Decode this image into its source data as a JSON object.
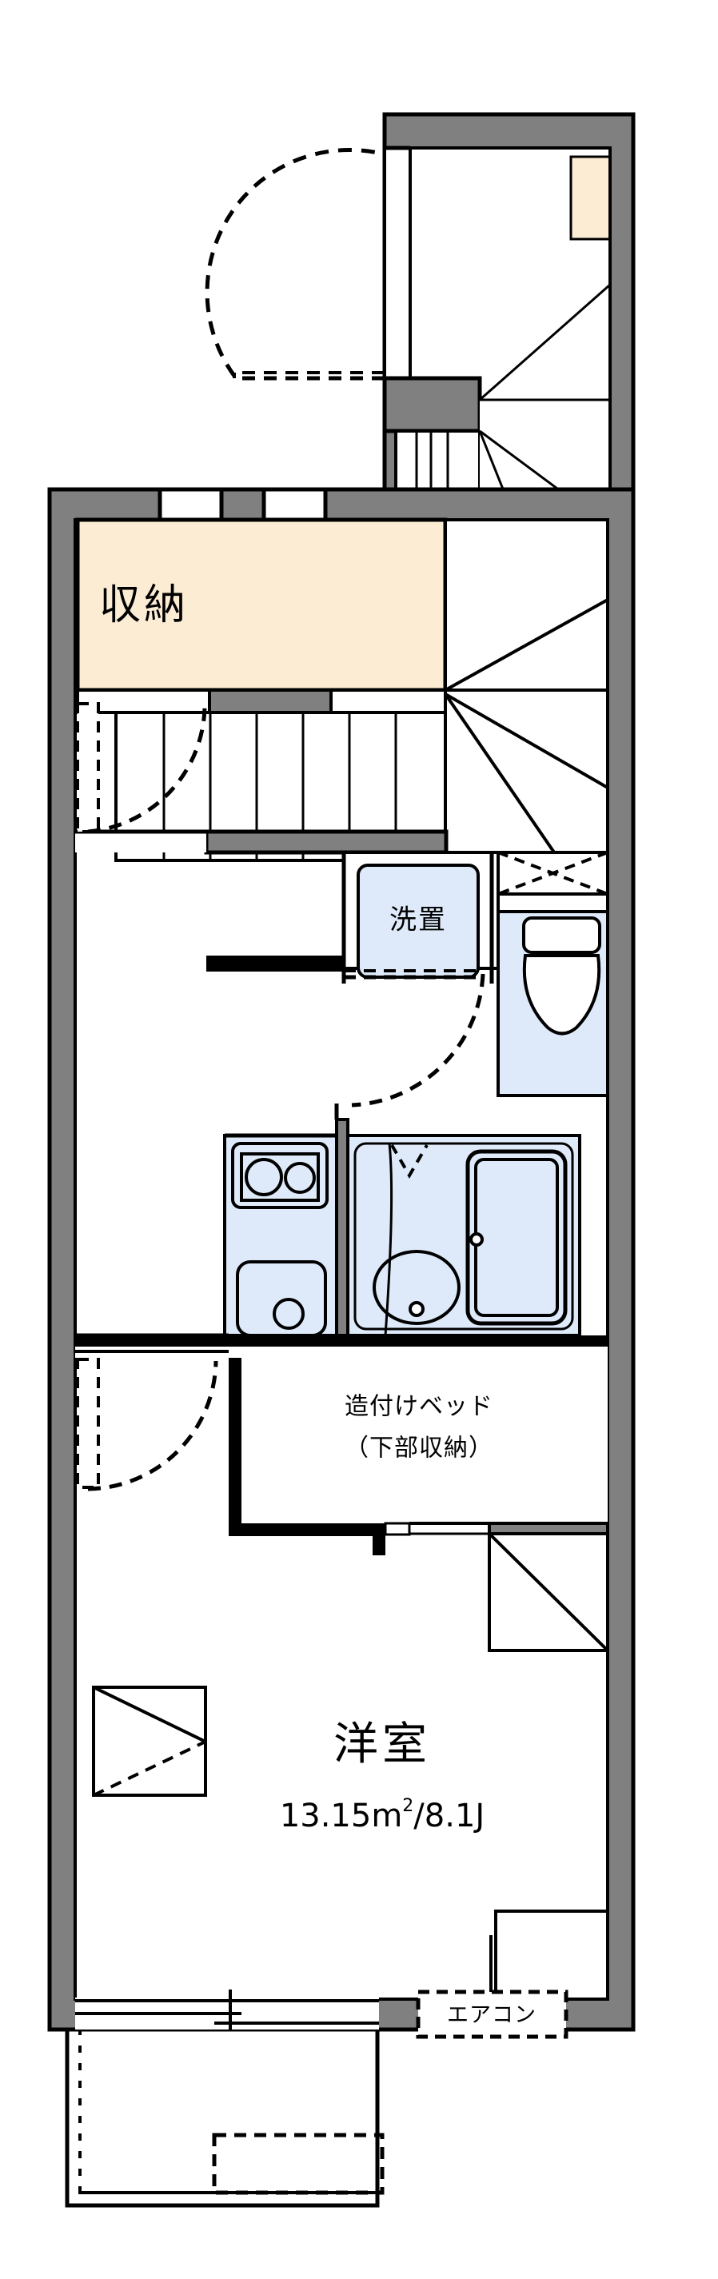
{
  "plan": {
    "type": "japanese-apartment-floorplan",
    "unit_layout": "1K",
    "colors": {
      "wall_fill": "#808080",
      "wall_stroke": "#000000",
      "storage_fill": "#fcecd4",
      "water_fill": "#deeafa",
      "background": "#ffffff",
      "line": "#000000"
    },
    "entry_plan": {
      "name": "entrance-plan",
      "features": [
        "entrance-door-with-swing-arc",
        "shoe-cabinet",
        "winder-staircase-down"
      ]
    },
    "main_plan": {
      "name": "main-floor-plan",
      "rooms": [
        {
          "id": "storage",
          "label": "収納",
          "fill": "#fcecd4"
        },
        {
          "id": "washer",
          "label": "洗置",
          "fill": "#deeafa"
        },
        {
          "id": "toilet",
          "label": "",
          "fill": "#deeafa"
        },
        {
          "id": "kitchen",
          "label": "",
          "fill": "#deeafa"
        },
        {
          "id": "unit-bath",
          "label": "",
          "fill": "#deeafa"
        },
        {
          "id": "bed",
          "label_line1": "造付けベッド",
          "label_line2": "（下部収納）"
        },
        {
          "id": "western-room",
          "label": "洋室",
          "area_value": "13.15",
          "area_unit": "m",
          "area_sup": "2",
          "area_jo": "/8.1J",
          "area_full": "13.15m2/8.1J"
        },
        {
          "id": "aircon",
          "label": "エアコン"
        }
      ]
    },
    "labels": {
      "storage": "収納",
      "washer": "洗置",
      "bed_line1": "造付けベッド",
      "bed_line2": "（下部収納）",
      "room": "洋室",
      "area_num": "13.15m",
      "area_sup": "2",
      "area_tail": "/8.1J",
      "aircon": "エアコン"
    }
  }
}
